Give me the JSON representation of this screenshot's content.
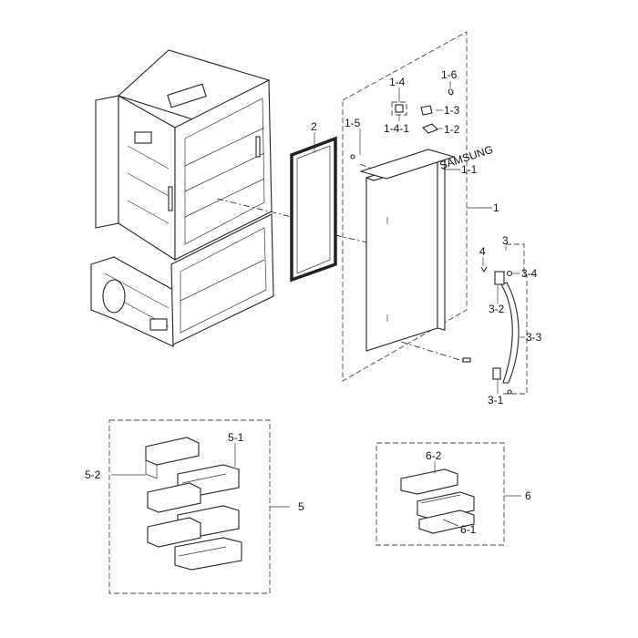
{
  "callouts": {
    "c1": "1",
    "c1_1": "1-1",
    "c1_2": "1-2",
    "c1_3": "1-3",
    "c1_4": "1-4",
    "c1_4_1": "1-4-1",
    "c1_5": "1-5",
    "c1_6": "1-6",
    "c2": "2",
    "c3": "3",
    "c3_1": "3-1",
    "c3_2": "3-2",
    "c3_3": "3-3",
    "c3_4": "3-4",
    "c4": "4",
    "c5": "5",
    "c5_1": "5-1",
    "c5_2": "5-2",
    "c6": "6",
    "c6_1": "6-1",
    "c6_2": "6-2"
  },
  "door_brand": "SAMSUNG",
  "colors": {
    "line": "#222222",
    "background": "#ffffff"
  }
}
